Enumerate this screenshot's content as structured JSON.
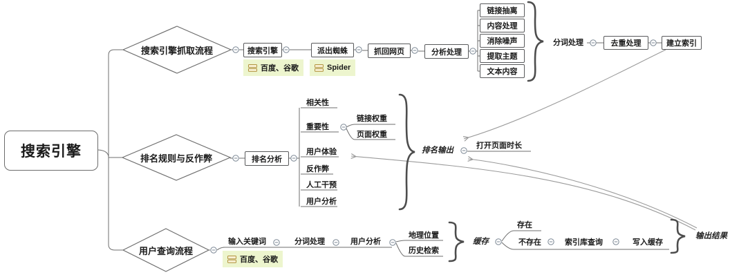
{
  "colors": {
    "label_bg": "#edf5ce",
    "label_icon": "#b29440",
    "connector_line": "#6e6e6e",
    "relationship_line": "#9a9a9a",
    "brace": "#4d4d4d",
    "collapse_icon": "#7b8794",
    "text": "#1a1a1a"
  },
  "root": {
    "label": "搜索引擎"
  },
  "branch1": {
    "topic": "搜索引擎抓取流程",
    "search_engine": "搜索引擎",
    "search_engine_label": "百度、谷歌",
    "dispatch_spider": "派出蜘蛛",
    "spider_label": "Spider",
    "fetch_pages": "抓回网页",
    "analyze": "分析处理",
    "analyze_children": [
      "链接抽离",
      "内容处理",
      "消除噪声",
      "提取主题",
      "文本内容"
    ],
    "summary": "分词处理",
    "dedup": "去重处理",
    "build_index": "建立索引"
  },
  "branch2": {
    "topic": "排名规则与反作弊",
    "rank_analysis": "排名分析",
    "children": [
      "相关性",
      "重要性",
      "用户体验",
      "反作弊",
      "人工干预",
      "用户分析"
    ],
    "importance_children": [
      "链接权重",
      "页面权重"
    ],
    "summary": "排名输出",
    "open_duration": "打开页面时长"
  },
  "branch3": {
    "topic": "用户查询流程",
    "input_keywords": "输入关键词",
    "input_label": "百度、谷歌",
    "word_seg": "分词处理",
    "user_analysis": "用户分析",
    "children": [
      "地理位置",
      "历史检索"
    ],
    "summary": "缓存",
    "exists": "存在",
    "not_exists": "不存在",
    "index_query": "索引库查询",
    "write_cache": "写入缓存",
    "summary2": "输出结果"
  }
}
